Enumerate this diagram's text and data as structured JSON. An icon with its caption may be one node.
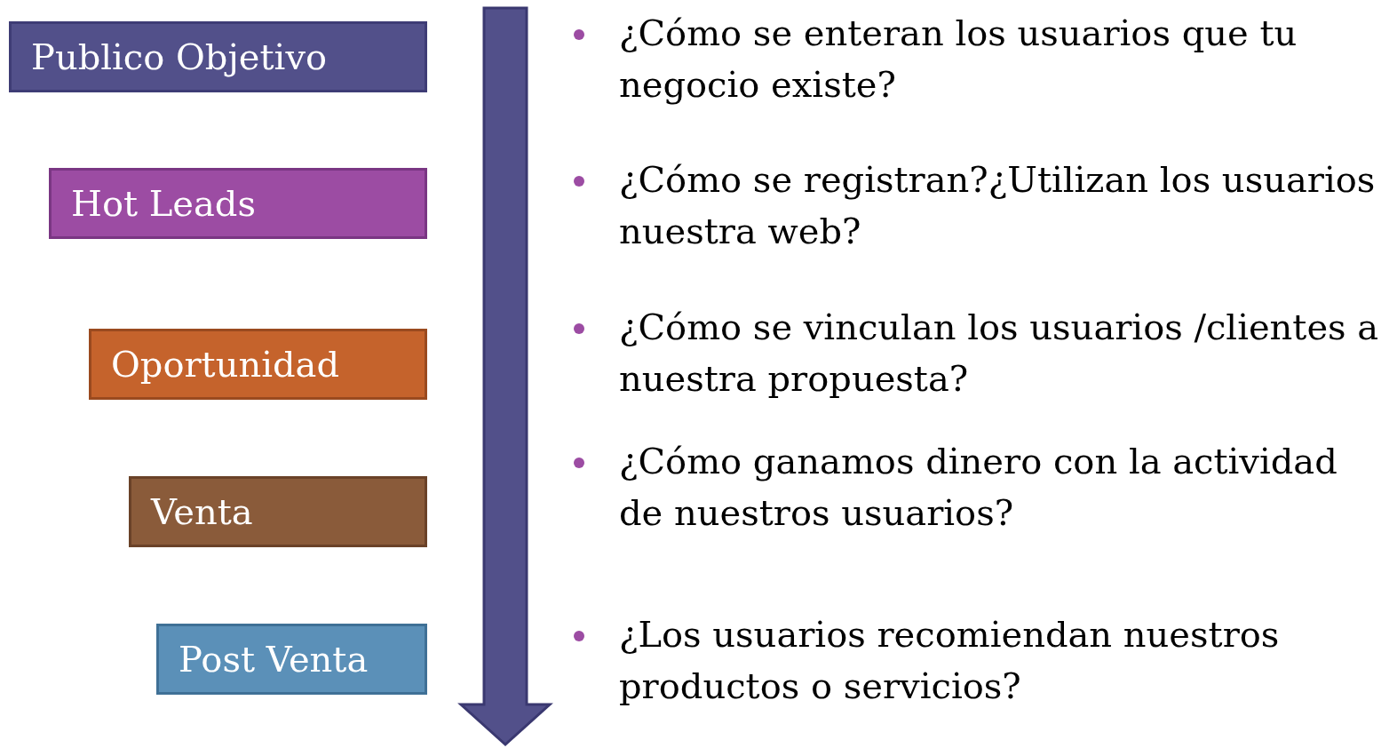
{
  "diagram": {
    "nodes": [
      {
        "text": [
          "Publico Objetivo"
        ]
      },
      {
        "text": [
          "Hot Leads"
        ]
      },
      {
        "text": [
          "Oportunidad"
        ]
      },
      {
        "text": [
          "Venta"
        ]
      },
      {
        "text": [
          "Post Venta"
        ]
      }
    ],
    "labels": [
      "¿Cómo se enteran los usuarios que tu negocio existe?",
      "¿Cómo se registran?¿Utilizan los usuarios nuestra web?",
      "¿Cómo se vinculan los usuarios /clientes a nuestra propuesta?",
      "¿Cómo ganamos dinero con la actividad de nuestros usuarios?",
      "¿Los usuarios recomiendan nuestros productos o servicios?"
    ]
  }
}
